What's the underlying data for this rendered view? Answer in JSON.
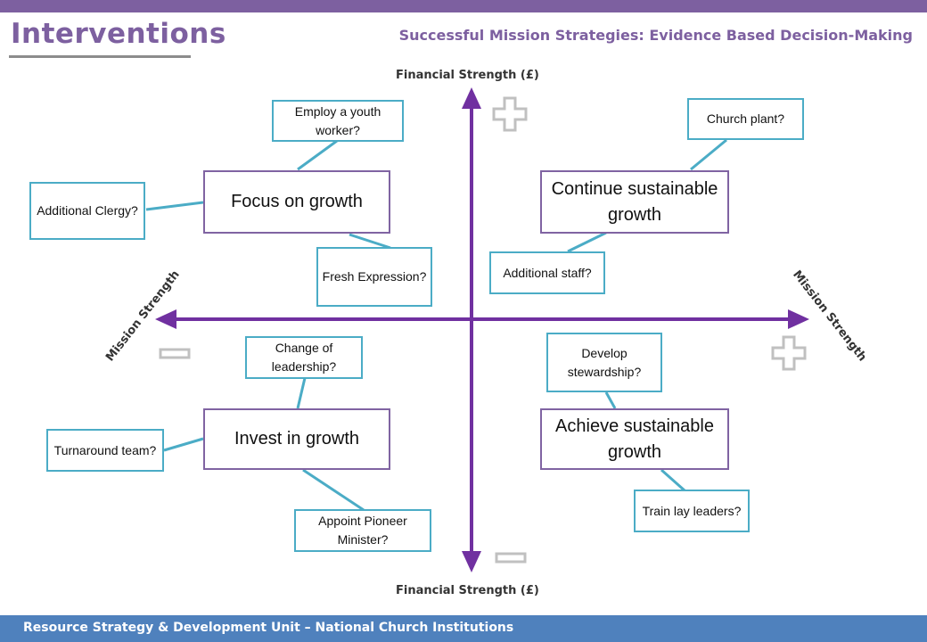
{
  "header": {
    "title": "Interventions",
    "subtitle": "Successful Mission Strategies: Evidence Based Decision-Making"
  },
  "footer": {
    "text": "Resource Strategy & Development Unit – National Church Institutions"
  },
  "axes": {
    "top_label": "Financial Strength (£)",
    "bottom_label": "Financial Strength (£)",
    "left_label": "Mission Strength",
    "right_label": "Mission Strength"
  },
  "quadrants": {
    "top_left": {
      "strategy": "Focus on growth",
      "interventions": [
        "Employ a youth worker?",
        "Additional Clergy?",
        "Fresh Expression?"
      ]
    },
    "top_right": {
      "strategy": "Continue sustainable growth",
      "interventions": [
        "Church plant?",
        "Additional staff?"
      ]
    },
    "bottom_left": {
      "strategy": "Invest in growth",
      "interventions": [
        "Change of leadership?",
        "Turnaround team?",
        "Appoint Pioneer Minister?"
      ]
    },
    "bottom_right": {
      "strategy": "Achieve sustainable growth",
      "interventions": [
        "Develop stewardship?",
        "Train lay leaders?"
      ]
    }
  },
  "colors": {
    "accent_purple": "#7d60a0",
    "axis_purple": "#7030a0",
    "connector_teal": "#4bacc6",
    "footer_blue": "#4f81bd",
    "sign_gray": "#c0c0c0"
  },
  "icons": [
    "plus-icon",
    "minus-icon",
    "arrow-up-icon",
    "arrow-down-icon",
    "arrow-left-icon",
    "arrow-right-icon"
  ]
}
